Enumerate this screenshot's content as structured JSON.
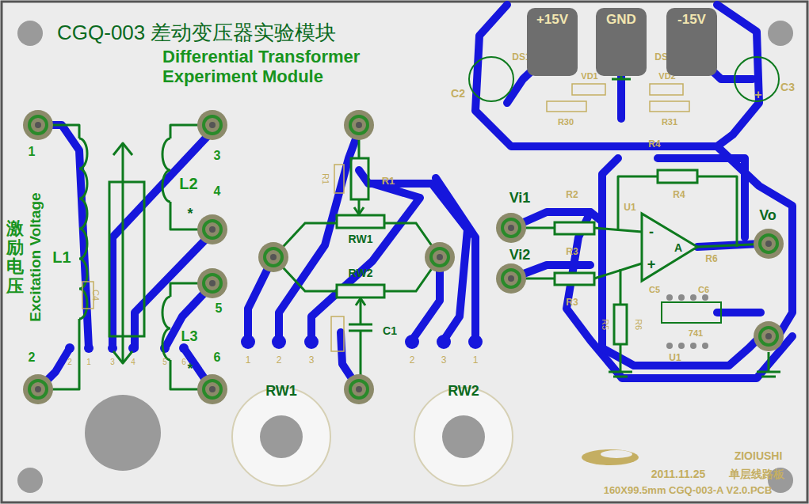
{
  "diagram": {
    "title": "CGQ-003 差动变压器实验模块",
    "nodes": [
      {
        "text": [
          "+15V"
        ]
      },
      {
        "text": [
          "GND"
        ]
      },
      {
        "text": [
          "-15V"
        ]
      }
    ],
    "labels": [
      "Differential Transformer",
      "Experiment Module",
      "1",
      "2",
      "3",
      "4",
      "5",
      "6",
      "L1",
      "L2",
      "L3",
      "C4",
      "激励电压",
      "Excitation Voltage",
      "2",
      "1",
      "3",
      "4",
      "5",
      "6",
      "R1",
      "R1",
      "RW1",
      "RW2",
      "C1",
      "1",
      "2",
      "3",
      "2",
      "3",
      "1",
      "RW1",
      "RW2",
      "DS1",
      "VD1",
      "DS2",
      "VD2",
      "R30",
      "R31",
      "C2",
      "C3",
      "R4",
      "R4",
      "U1",
      "R2",
      "R3",
      "R3",
      "Vi1",
      "Vi2",
      "Vo",
      "A",
      "-",
      "+",
      "R6",
      "C5",
      "C6",
      "R5",
      "R6",
      "741",
      "U1",
      "ZIOIUSHI",
      "2011.11.25",
      "单层线路板",
      "160X99.5mm CGQ-003-A V2.0.PCB",
      "*",
      "*",
      "+"
    ]
  }
}
